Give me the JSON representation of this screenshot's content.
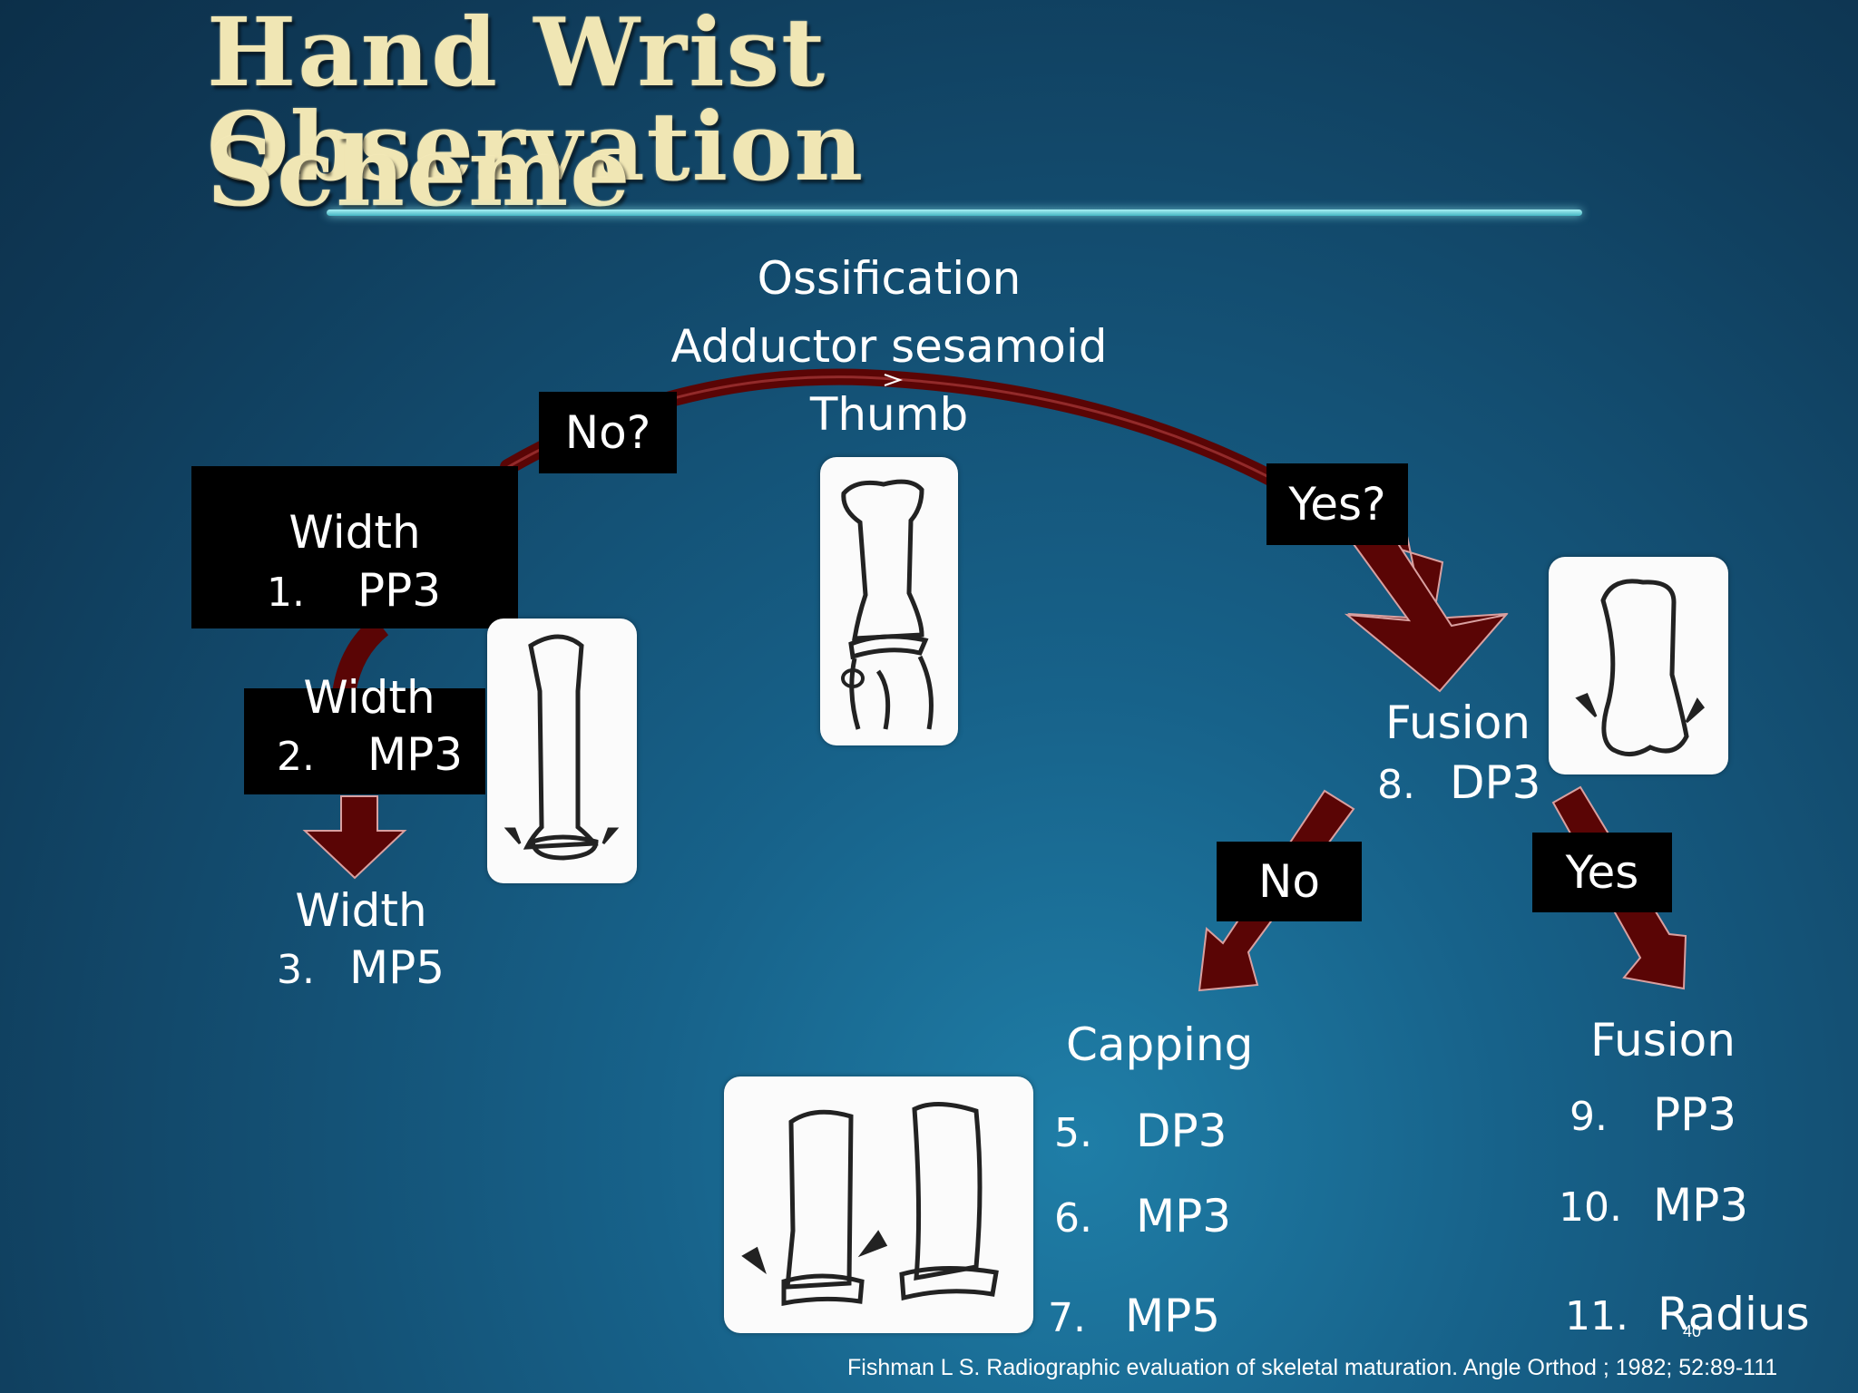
{
  "title": {
    "line1": "Hand Wrist Observation",
    "line2": "Scheme"
  },
  "colors": {
    "arrow": "#5a0505",
    "title": "#f0e6b4",
    "rule": "#7ee6ec"
  },
  "top": {
    "line1": "Ossification",
    "line2": "Adductor sesamoid",
    "line3": "Thumb"
  },
  "branches": {
    "no_q": "No?",
    "yes_q": "Yes?",
    "no": "No",
    "yes": "Yes"
  },
  "left": {
    "item1": {
      "label": "Width",
      "num": "1.",
      "code": "PP3"
    },
    "item2": {
      "label": "Width",
      "num": "2.",
      "code": "MP3"
    },
    "item3": {
      "label": "Width",
      "num": "3.",
      "code": "MP5"
    }
  },
  "right_top": {
    "label": "Fusion",
    "num": "8.",
    "code": "DP3"
  },
  "capping": {
    "header": "Capping",
    "items": [
      {
        "num": "5.",
        "code": "DP3"
      },
      {
        "num": "6.",
        "code": "MP3"
      },
      {
        "num": "7.",
        "code": "MP5"
      }
    ]
  },
  "fusion": {
    "header": "Fusion",
    "items": [
      {
        "num": "9.",
        "code": "PP3"
      },
      {
        "num": "10.",
        "code": "MP3"
      },
      {
        "num": "11.",
        "code": "Radius"
      }
    ]
  },
  "citation": "Fishman L S.  Radiographic evaluation of skeletal maturation. Angle Orthod ; 1982; 52:89-111",
  "page_number": "40"
}
